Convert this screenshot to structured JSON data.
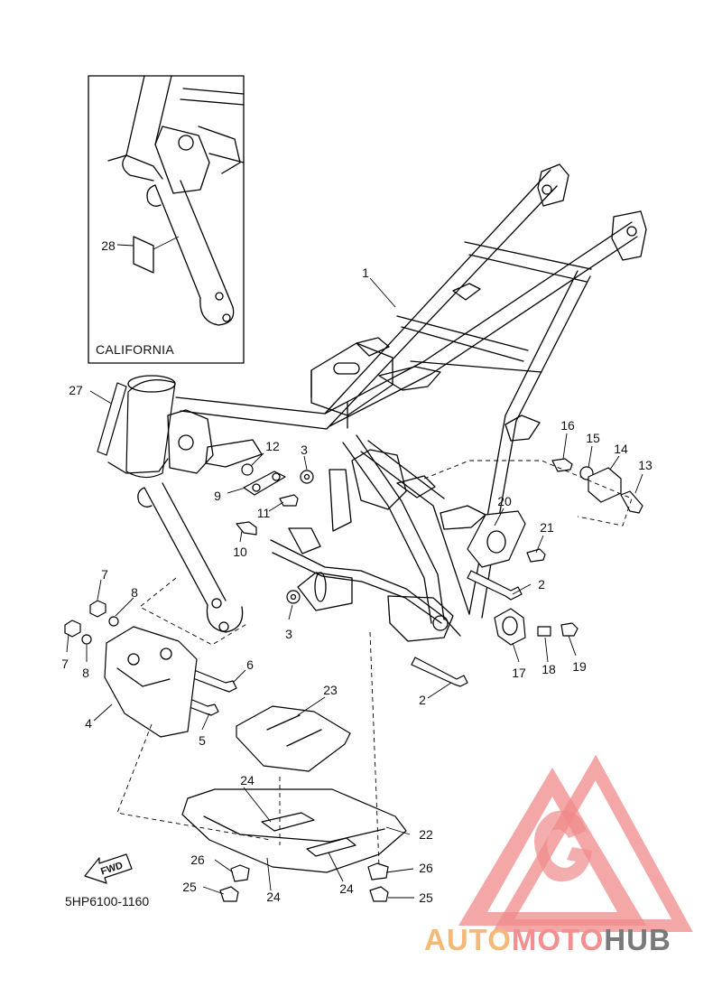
{
  "inset": {
    "label": "CALIFORNIA",
    "callout": "28"
  },
  "diagram_code": "5HP6100-1160",
  "fwd_label": "FWD",
  "watermark": {
    "part1": "AUTO",
    "part2": "MOTO",
    "part3": "HUB"
  },
  "colors": {
    "logo_red": "#f08a8a",
    "wm_orange": "#f4b877",
    "wm_grey": "#7a7a7a"
  },
  "callouts": {
    "c1": "1",
    "c2a": "2",
    "c2b": "2",
    "c3a": "3",
    "c3b": "3",
    "c4": "4",
    "c5": "5",
    "c6": "6",
    "c7a": "7",
    "c7b": "7",
    "c8a": "8",
    "c8b": "8",
    "c9": "9",
    "c10": "10",
    "c11": "11",
    "c12": "12",
    "c13": "13",
    "c14": "14",
    "c15": "15",
    "c16": "16",
    "c17": "17",
    "c18": "18",
    "c19": "19",
    "c20": "20",
    "c21": "21",
    "c22": "22",
    "c23": "23",
    "c24a": "24",
    "c24b": "24",
    "c24c": "24",
    "c25a": "25",
    "c25b": "25",
    "c26a": "26",
    "c26b": "26",
    "c27": "27"
  }
}
